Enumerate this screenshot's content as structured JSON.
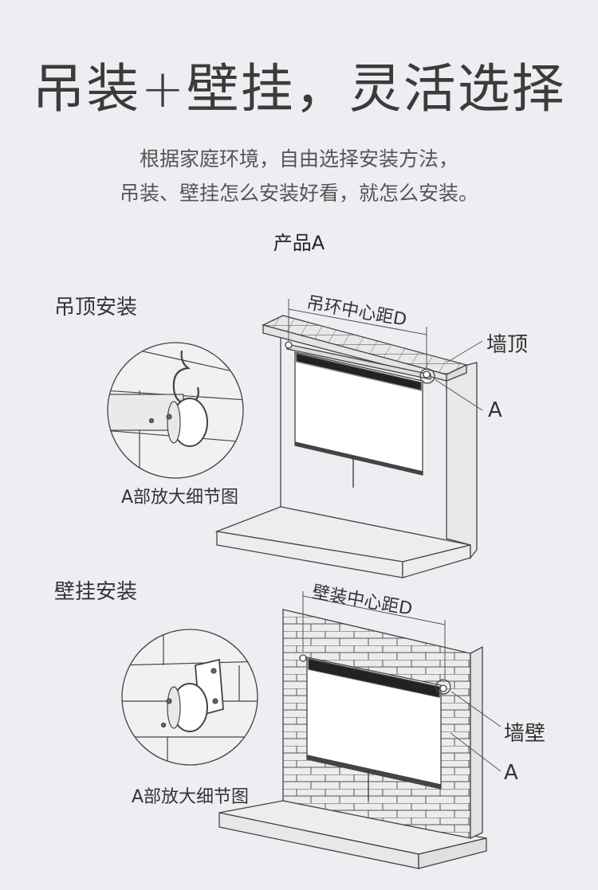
{
  "header": {
    "title": "吊装+壁挂，灵活选择",
    "intro_line1": "根据家庭环境，自由选择安装方法，",
    "intro_line2": "吊装、壁挂怎么安装好看，就怎么安装。",
    "product": "产品A"
  },
  "ceiling": {
    "section_title": "吊顶安装",
    "distance_label": "吊环中心距D",
    "surface_label": "墙顶",
    "point_label": "A",
    "detail_caption": "A部放大细节图"
  },
  "wall": {
    "section_title": "壁挂安装",
    "distance_label": "壁装中心距D",
    "surface_label": "墙壁",
    "point_label": "A",
    "detail_caption": "A部放大细节图"
  }
}
